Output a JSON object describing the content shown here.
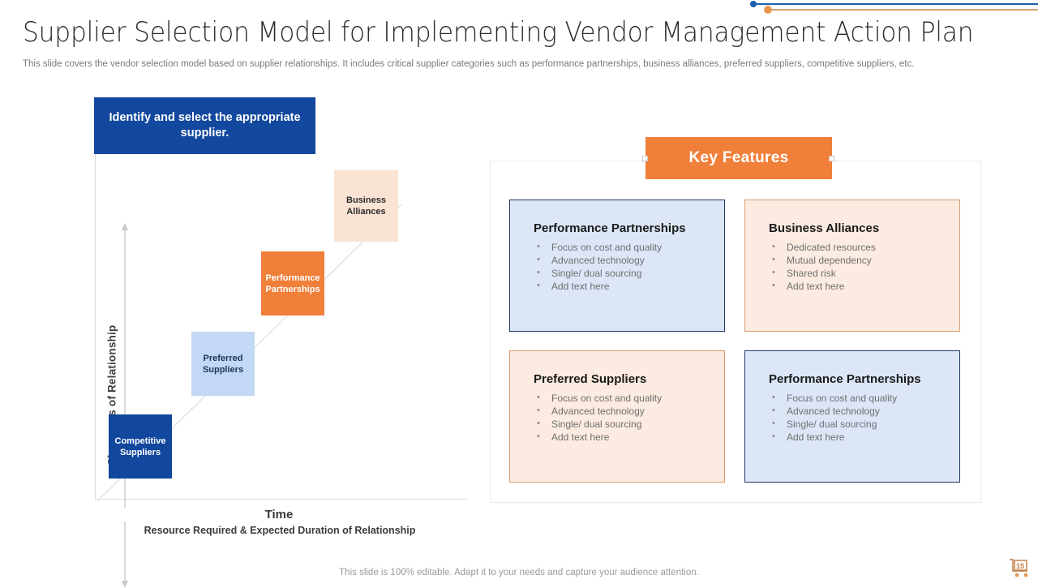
{
  "header": {
    "title": "Supplier Selection Model for Implementing Vendor Management Action Plan",
    "subtitle": "This slide covers the vendor  selection model based on supplier relationships. It includes critical supplier  categories such as performance  partnerships, business alliances, preferred  suppliers, competitive suppliers, etc."
  },
  "colors": {
    "dark_blue": "#11479d",
    "light_blue": "#c3d8f5",
    "orange": "#f07f39",
    "light_orange": "#fbe3d4",
    "card_blue_fill": "#dce6f7",
    "card_blue_border": "#1f3864",
    "card_orange_fill": "#fcebe0",
    "card_orange_border": "#d99a6c",
    "deco_blue": "#1b5ea8",
    "deco_orange": "#e8984e"
  },
  "chart_data": {
    "type": "bar",
    "title": "Identify and select the appropriate supplier.",
    "xlabel": "Time",
    "xlabel_sub": "Resource Required & Expected Duration of Relationship",
    "ylabel": "Closeness of Relationship",
    "categories": [
      "Competitive Suppliers",
      "Preferred Suppliers",
      "Performance Partnerships",
      "Business Alliances"
    ],
    "values": [
      1,
      2,
      3,
      4
    ],
    "xlim": [
      0,
      4
    ],
    "ylim": [
      0,
      4
    ],
    "grid": false,
    "legend": "none",
    "steps": [
      {
        "label": "Competitive Suppliers",
        "rank": 1,
        "color": "#11479d"
      },
      {
        "label": "Preferred Suppliers",
        "rank": 2,
        "color": "#c3d8f5"
      },
      {
        "label": "Performance Partnerships",
        "rank": 3,
        "color": "#f07f39"
      },
      {
        "label": "Business Alliances",
        "rank": 4,
        "color": "#fbe3d4"
      }
    ]
  },
  "chart": {
    "headline": "Identify and select the appropriate supplier.",
    "y_axis_label": "Closeness of Relationship",
    "x_axis_label": "Time",
    "x_axis_sublabel": "Resource Required & Expected Duration of Relationship",
    "steps": {
      "competitive": "Competitive Suppliers",
      "preferred": "Preferred Suppliers",
      "performance": "Performance Partnerships",
      "business": "Business Alliances"
    }
  },
  "key_features": {
    "banner_label": "Key Features",
    "cards": [
      {
        "title": "Performance Partnerships",
        "bullets": [
          "Focus on cost and quality",
          "Advanced  technology",
          "Single/ dual  sourcing",
          "Add text here"
        ]
      },
      {
        "title": "Business Alliances",
        "bullets": [
          "Dedicated  resources",
          "Mutual dependency",
          "Shared  risk",
          "Add text here"
        ]
      },
      {
        "title": "Preferred Suppliers",
        "bullets": [
          "Focus on cost and quality",
          "Advanced  technology",
          "Single/ dual  sourcing",
          "Add text here"
        ]
      },
      {
        "title": "Performance Partnerships",
        "bullets": [
          "Focus on cost and quality",
          "Advanced  technology",
          "Single/ dual  sourcing",
          "Add text here"
        ]
      }
    ]
  },
  "footer": {
    "note": "This slide is 100% editable. Adapt it to your  needs and capture your audience attention.",
    "page_number": "15"
  }
}
